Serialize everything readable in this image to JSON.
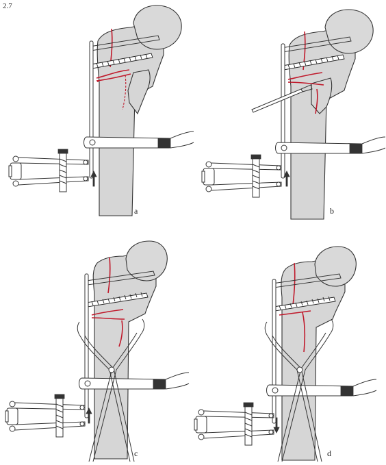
{
  "figure_number": "2.7",
  "panels": [
    {
      "id": "a",
      "label": "a"
    },
    {
      "id": "b",
      "label": "b"
    },
    {
      "id": "c",
      "label": "c"
    },
    {
      "id": "d",
      "label": "d"
    }
  ],
  "colors": {
    "bone": "#d6d6d6",
    "fracture_line": "#c0192b",
    "outline": "#333333"
  }
}
